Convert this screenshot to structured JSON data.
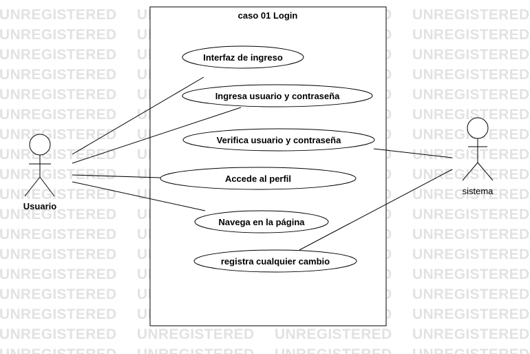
{
  "watermark_text": "UNREGISTERED",
  "system": {
    "title": "caso 01 Login"
  },
  "actors": [
    {
      "id": "usuario",
      "label": "Usuario"
    },
    {
      "id": "sistema",
      "label": "sistema"
    }
  ],
  "use_cases": [
    {
      "id": "uc1",
      "label": "Interfaz de ingreso"
    },
    {
      "id": "uc2",
      "label": "Ingresa usuario y contraseña"
    },
    {
      "id": "uc3",
      "label": "Verifica usuario y contraseña"
    },
    {
      "id": "uc4",
      "label": "Accede al perfil"
    },
    {
      "id": "uc5",
      "label": "Navega en la página"
    },
    {
      "id": "uc6",
      "label": "registra cualquier cambio"
    }
  ],
  "associations": [
    {
      "actor": "usuario",
      "use_case": "uc1"
    },
    {
      "actor": "usuario",
      "use_case": "uc2"
    },
    {
      "actor": "usuario",
      "use_case": "uc4"
    },
    {
      "actor": "usuario",
      "use_case": "uc5"
    },
    {
      "actor": "sistema",
      "use_case": "uc3"
    },
    {
      "actor": "sistema",
      "use_case": "uc6"
    }
  ]
}
